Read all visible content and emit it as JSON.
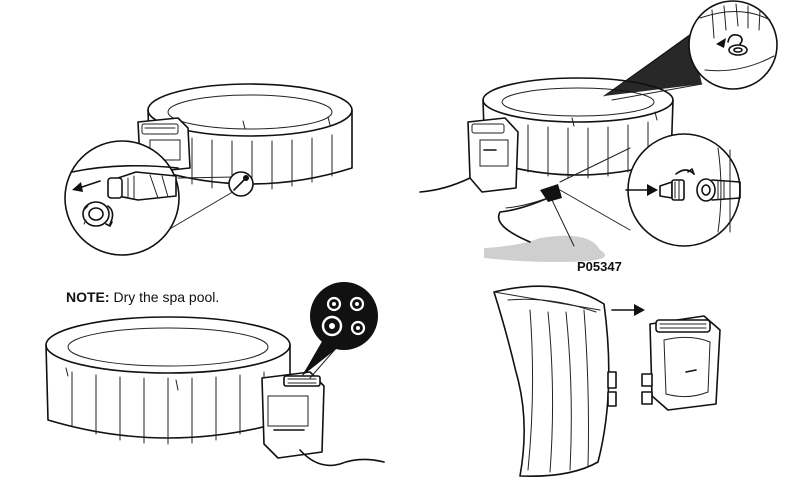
{
  "labels": {
    "part_number": "P05347",
    "note_prefix": "NOTE:",
    "note_text": " Dry the spa pool."
  },
  "panels": [
    {
      "step": "disconnect-hose-cap-from-spa"
    },
    {
      "step": "attach-drain-adapter-and-hose"
    },
    {
      "step": "dry-spa-and-pump"
    },
    {
      "step": "detach-pump-from-spa"
    }
  ],
  "colors": {
    "line": "#111111",
    "water": "#cfcfcf",
    "background": "#ffffff"
  },
  "icons": [
    "arrow-icon",
    "rotate-arrow-icon",
    "drain-valve-icon",
    "ports-icon"
  ]
}
